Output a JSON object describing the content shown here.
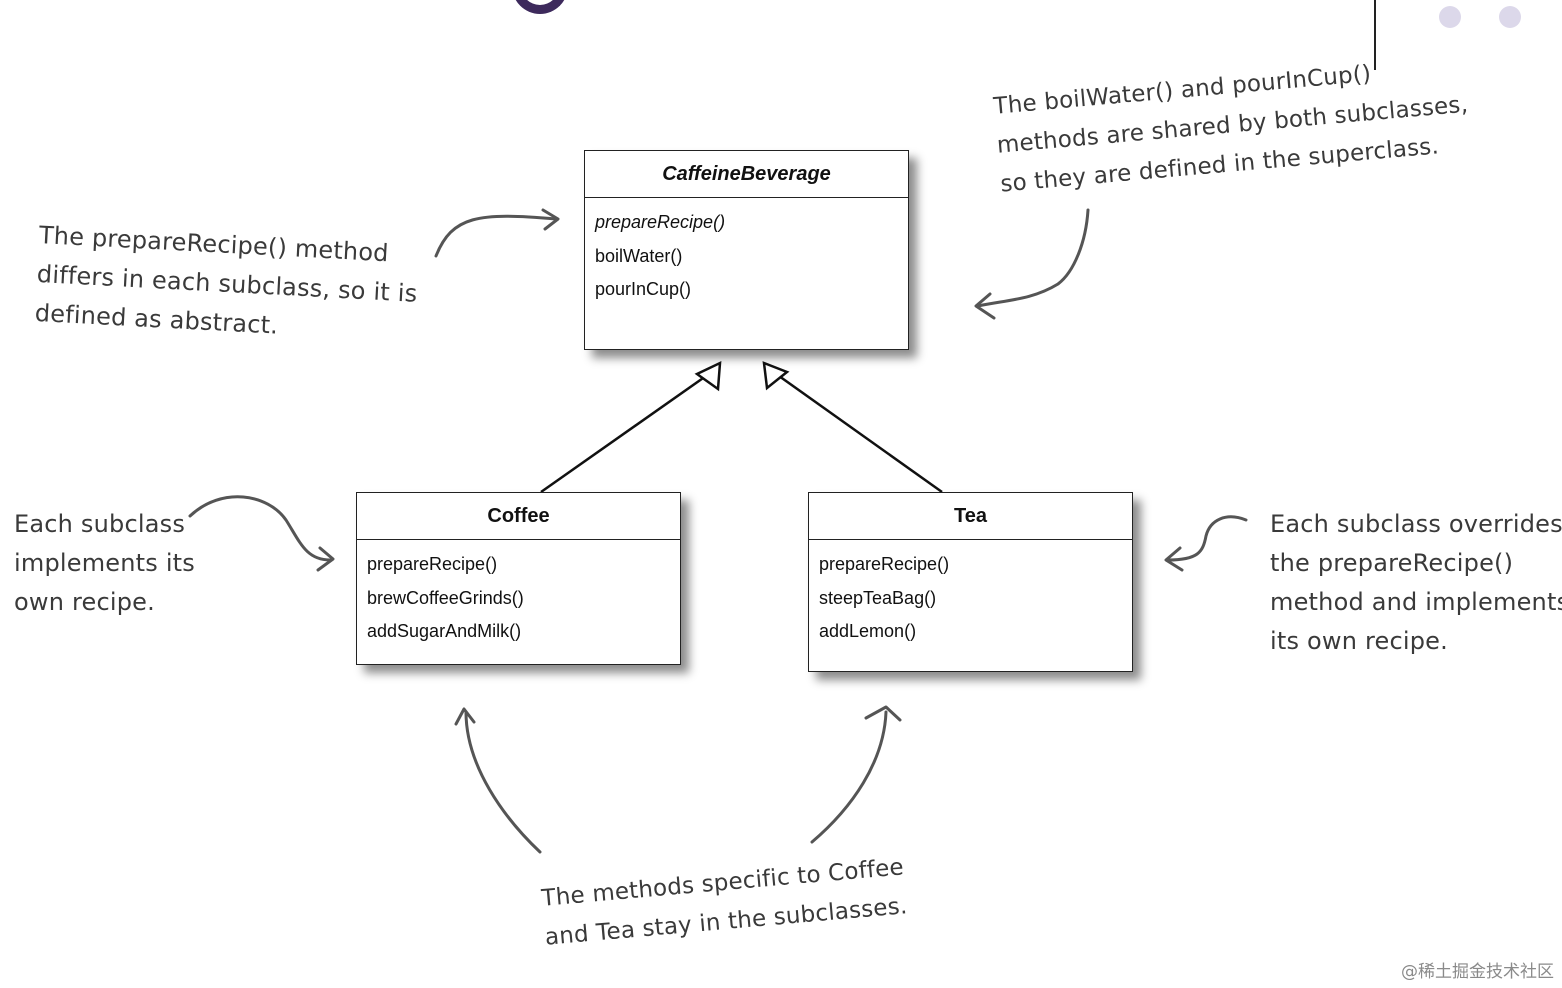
{
  "classes": {
    "caffeine_beverage": {
      "name": "CaffeineBeverage",
      "methods": [
        "prepareRecipe()",
        "boilWater()",
        "pourInCup()"
      ]
    },
    "coffee": {
      "name": "Coffee",
      "methods": [
        "prepareRecipe()",
        "brewCoffeeGrinds()",
        "addSugarAndMilk()"
      ]
    },
    "tea": {
      "name": "Tea",
      "methods": [
        "prepareRecipe()",
        "steepTeaBag()",
        "addLemon()"
      ]
    }
  },
  "annotations": {
    "abstract_note": "The prepareRecipe() method\ndiffers in each subclass, so it is\ndefined as abstract.",
    "shared_note": "The boilWater() and pourInCup()\nmethods are shared by both subclasses,\nso they are defined in the superclass.",
    "coffee_note": "Each subclass\nimplements its\nown recipe.",
    "tea_note": "Each subclass overrides\nthe prepareRecipe()\nmethod and implements\nits own recipe.",
    "bottom_note": "The methods specific to Coffee\nand Tea stay in the subclasses."
  },
  "watermark": "@稀土掘金技术社区",
  "colors": {
    "ink": "#222222",
    "handwriting": "#3a3a3a",
    "arrow": "#555555"
  }
}
